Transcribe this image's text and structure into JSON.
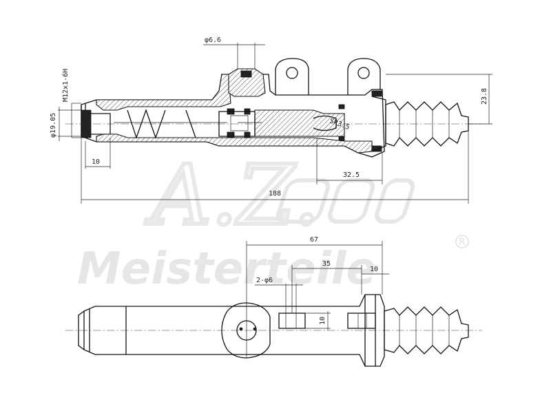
{
  "watermark": {
    "logo_letters": "A.Z.",
    "brand": "Meisterteile",
    "registered": "R"
  },
  "top_view": {
    "dimensions": {
      "phi_6_6": "φ6.6",
      "m12": "M12x1-6H",
      "phi_19_05": "φ19.05",
      "d_23_8": "23.8",
      "sr_3_5": "SR3.5",
      "d_10": "10",
      "d_32_5": "32.5",
      "d_188": "188"
    }
  },
  "bottom_view": {
    "dimensions": {
      "d_67": "67",
      "d_35": "35",
      "d_10_top": "10",
      "two_phi_6": "2-φ6",
      "d_10_side": "10"
    }
  }
}
